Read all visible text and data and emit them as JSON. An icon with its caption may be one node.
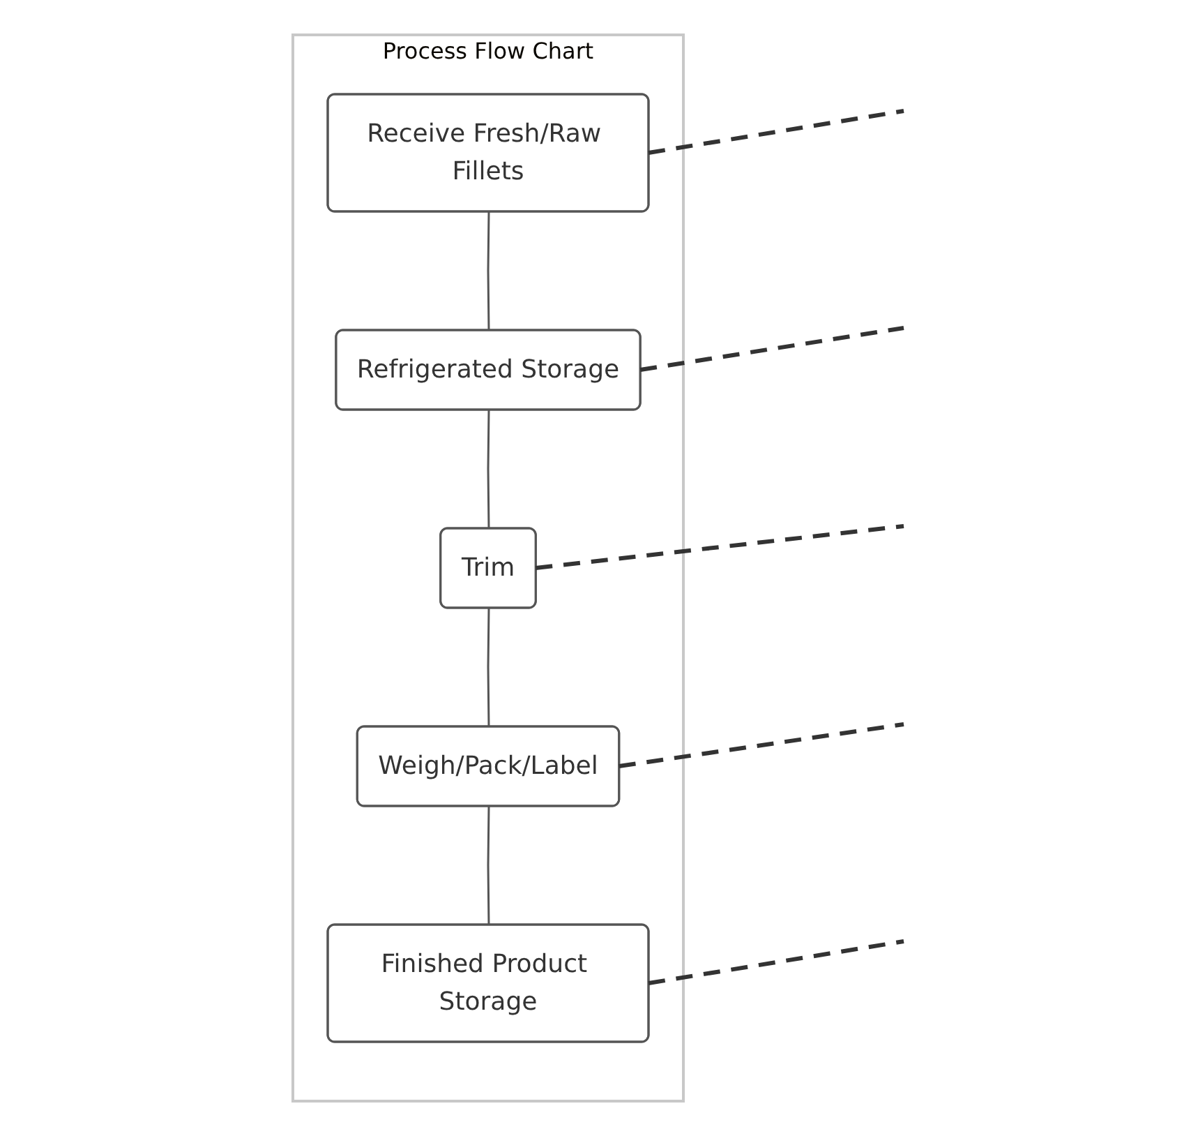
{
  "diagram": {
    "nodes": [
      {
        "text": [
          "Process Flow Chart"
        ]
      },
      {
        "text": [
          "Receive Fresh/Raw Fillets"
        ],
        "in": 0
      },
      {
        "text": [
          "Refrigerated Storage"
        ],
        "in": 0
      },
      {
        "text": [
          "Trim"
        ],
        "in": 0
      },
      {
        "text": [
          "Weigh/Pack/Label"
        ],
        "in": 0
      },
      {
        "text": [
          "Finished Product Storage"
        ],
        "in": 0
      }
    ],
    "edges": [
      {
        "from": 1,
        "to": 2,
        "arrow": "none"
      },
      {
        "from": 2,
        "to": 3,
        "arrow": "none"
      },
      {
        "from": 3,
        "to": 4,
        "arrow": "none"
      },
      {
        "from": 4,
        "to": 5,
        "arrow": "none"
      },
      {
        "from": 1,
        "to": null,
        "arrow": "none",
        "style": "dashed"
      },
      {
        "from": 2,
        "to": null,
        "arrow": "none",
        "style": "dashed"
      },
      {
        "from": 3,
        "to": null,
        "arrow": "none",
        "style": "dashed"
      },
      {
        "from": 4,
        "to": null,
        "arrow": "none",
        "style": "dashed"
      },
      {
        "from": 5,
        "to": null,
        "arrow": "none",
        "style": "dashed"
      }
    ]
  }
}
